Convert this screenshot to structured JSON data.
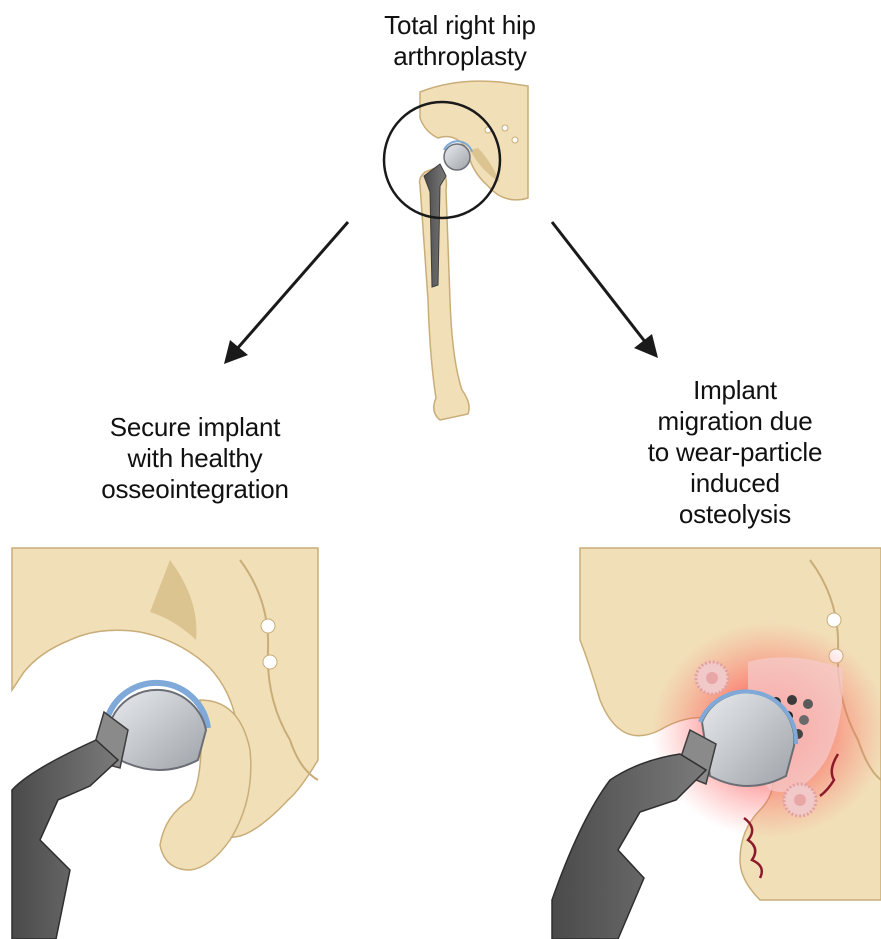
{
  "captions": {
    "top": [
      "Total right hip",
      "arthroplasty"
    ],
    "left": [
      "Secure implant",
      "with healthy",
      "osseointegration"
    ],
    "right": [
      "Implant",
      "migration due",
      "to wear-particle",
      "induced",
      "osteolysis"
    ]
  },
  "colors": {
    "bone": "#f1dfb8",
    "bone_shade": "#dcc491",
    "bone_outline": "#c9ad78",
    "implant_dark": "#5e5e5e",
    "implant_mid": "#8a8a8a",
    "implant_head": "#c8ccd1",
    "liner": "#7fa9d9",
    "inflammation": "#ff2a2a",
    "osteoclast": "#f2c9c9",
    "arrow": "#1a1a1a"
  }
}
